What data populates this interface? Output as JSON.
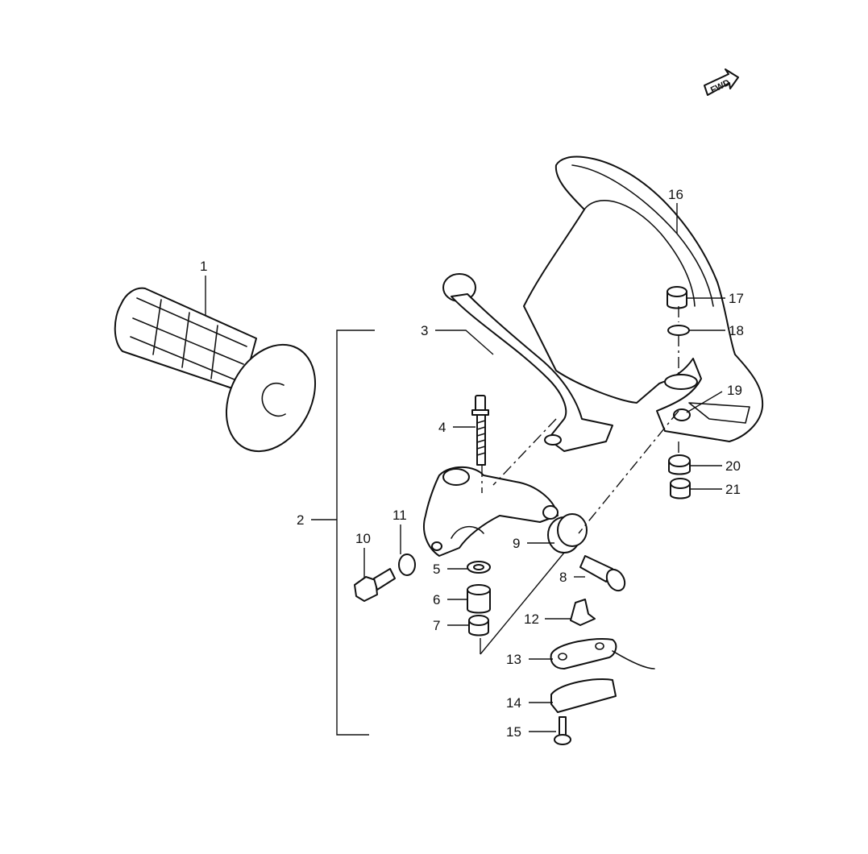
{
  "diagram": {
    "fwd_label": "FWD",
    "callouts": [
      {
        "key": "c1",
        "number": "1"
      },
      {
        "key": "c2",
        "number": "2"
      },
      {
        "key": "c3",
        "number": "3"
      },
      {
        "key": "c4",
        "number": "4"
      },
      {
        "key": "c5",
        "number": "5"
      },
      {
        "key": "c6",
        "number": "6"
      },
      {
        "key": "c7",
        "number": "7"
      },
      {
        "key": "c8",
        "number": "8"
      },
      {
        "key": "c9",
        "number": "9"
      },
      {
        "key": "c10",
        "number": "10"
      },
      {
        "key": "c11",
        "number": "11"
      },
      {
        "key": "c12",
        "number": "12"
      },
      {
        "key": "c13",
        "number": "13"
      },
      {
        "key": "c14",
        "number": "14"
      },
      {
        "key": "c15",
        "number": "15"
      },
      {
        "key": "c16",
        "number": "16"
      },
      {
        "key": "c17",
        "number": "17"
      },
      {
        "key": "c18",
        "number": "18"
      },
      {
        "key": "c19",
        "number": "19"
      },
      {
        "key": "c20",
        "number": "20"
      },
      {
        "key": "c21",
        "number": "21"
      }
    ]
  }
}
